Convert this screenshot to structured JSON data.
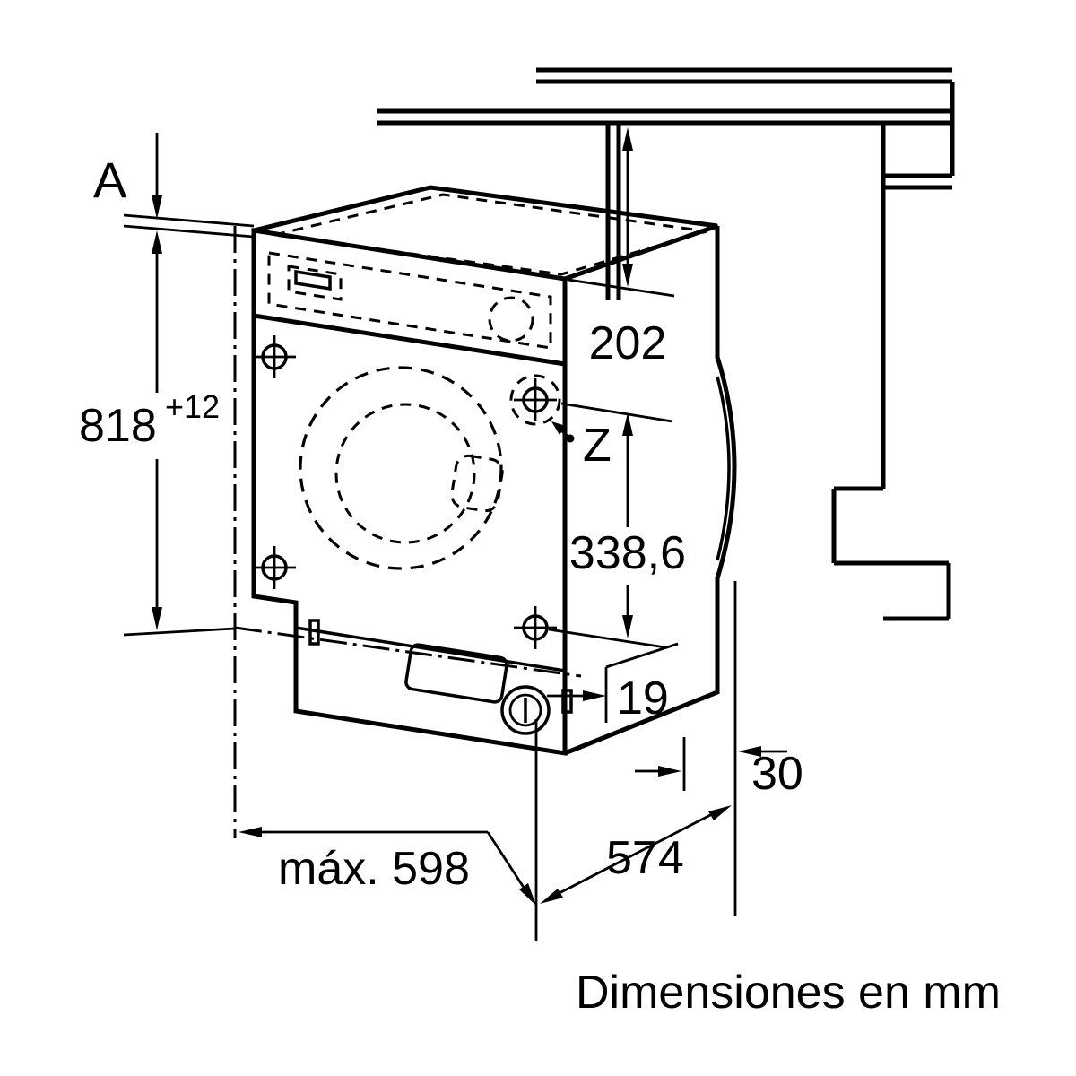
{
  "figure": {
    "caption": "Dimensiones en mm",
    "dimensions": {
      "niche_adjust": "A",
      "niche_height": "818",
      "niche_height_tolerance": "+12",
      "top_offset": "202",
      "hinge_label": "Z",
      "hinge_spacing": "338,6",
      "plinth_offset": "19",
      "door_protrusion": "30",
      "max_width": "máx. 598",
      "depth": "574"
    },
    "colors": {
      "ink": "#000000",
      "background": "#ffffff"
    }
  }
}
